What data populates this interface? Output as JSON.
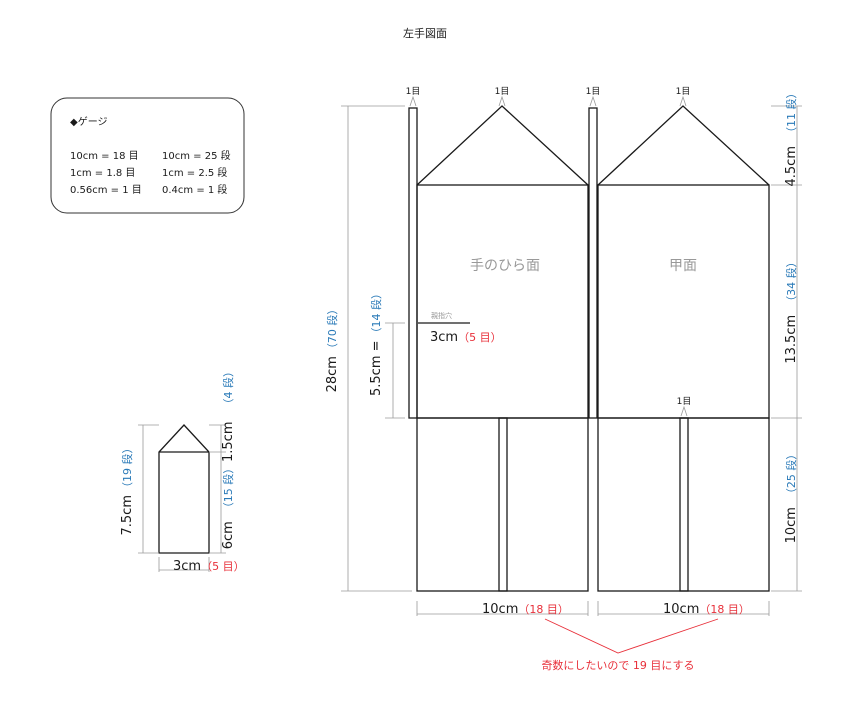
{
  "title": "左手図面",
  "gauge": {
    "heading": "◆ゲージ",
    "rows": [
      {
        "left": "10cm = 18 目",
        "right": "10cm = 25 段"
      },
      {
        "left": "1cm = 1.8 目",
        "right": "1cm = 2.5 段"
      },
      {
        "left": "0.56cm = 1 目",
        "right": "0.4cm = 1 段"
      }
    ]
  },
  "labels": {
    "one_stitch": "1目",
    "palm": "手のひら面",
    "back": "甲面",
    "thumb_hole": "親指穴",
    "hole_cm": "3cm",
    "hole_st": "（5 目）",
    "total_cm": "28cm",
    "total_rows": "（70 段）",
    "thumb_side_cm": "5.5cm =",
    "thumb_side_rows": "（14 段）",
    "top_cm": "4.5cm",
    "top_rows": "（11 段）",
    "mid_cm": "13.5cm",
    "mid_rows": "（34 段）",
    "cuff_cm": "10cm",
    "cuff_rows": "（25 段）",
    "width_cm": "10cm",
    "width_st": "（18 目）",
    "note": "奇数にしたいので 19 目にする",
    "small_total_cm": "7.5cm",
    "small_total_rows": "（19 段）",
    "small_top_cm": "1.5cm",
    "small_top_rows": "（4 段）",
    "small_body_cm": "6cm",
    "small_body_rows": "（15 段）",
    "small_width_cm": "3cm",
    "small_width_st": "（5 目）"
  }
}
